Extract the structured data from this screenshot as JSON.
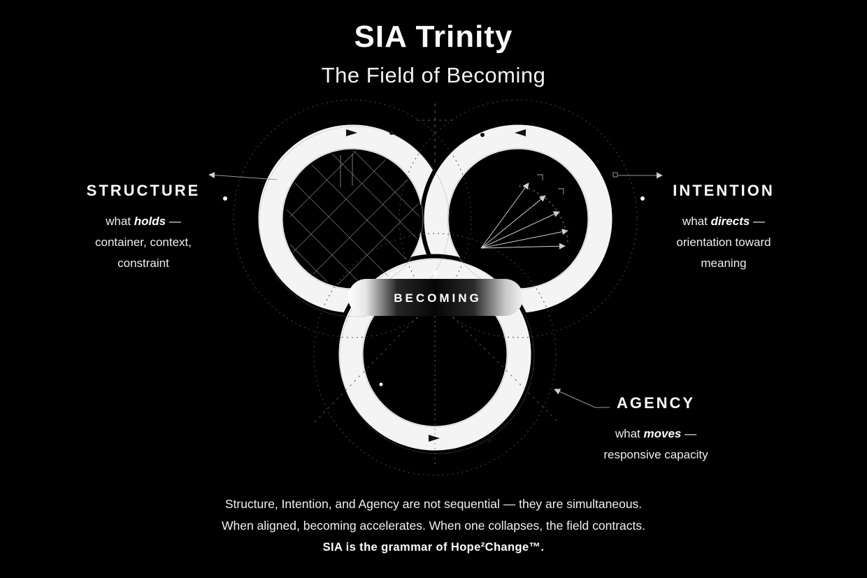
{
  "title": "SIA Trinity",
  "subtitle": "The Field of Becoming",
  "center_label": "BECOMING",
  "nodes": {
    "structure": {
      "label": "STRUCTURE",
      "line1_pre": "what ",
      "line1_word": "holds",
      "line1_post": " —",
      "line2": "container, context,",
      "line3": "constraint"
    },
    "intention": {
      "label": "INTENTION",
      "line1_pre": "what ",
      "line1_word": "directs",
      "line1_post": " —",
      "line2": "orientation toward",
      "line3": "meaning"
    },
    "agency": {
      "label": "AGENCY",
      "line1_pre": "what ",
      "line1_word": "moves",
      "line1_post": " —",
      "line2": "responsive capacity"
    }
  },
  "footer": {
    "line1": "Structure, Intention, and Agency are not sequential — they are simultaneous.",
    "line2": "When aligned, becoming accelerates. When one collapses, the field contracts.",
    "line3": "SIA is the grammar of Hope²Change™."
  },
  "colors": {
    "background": "#000000",
    "foreground": "#f5f5f5"
  }
}
